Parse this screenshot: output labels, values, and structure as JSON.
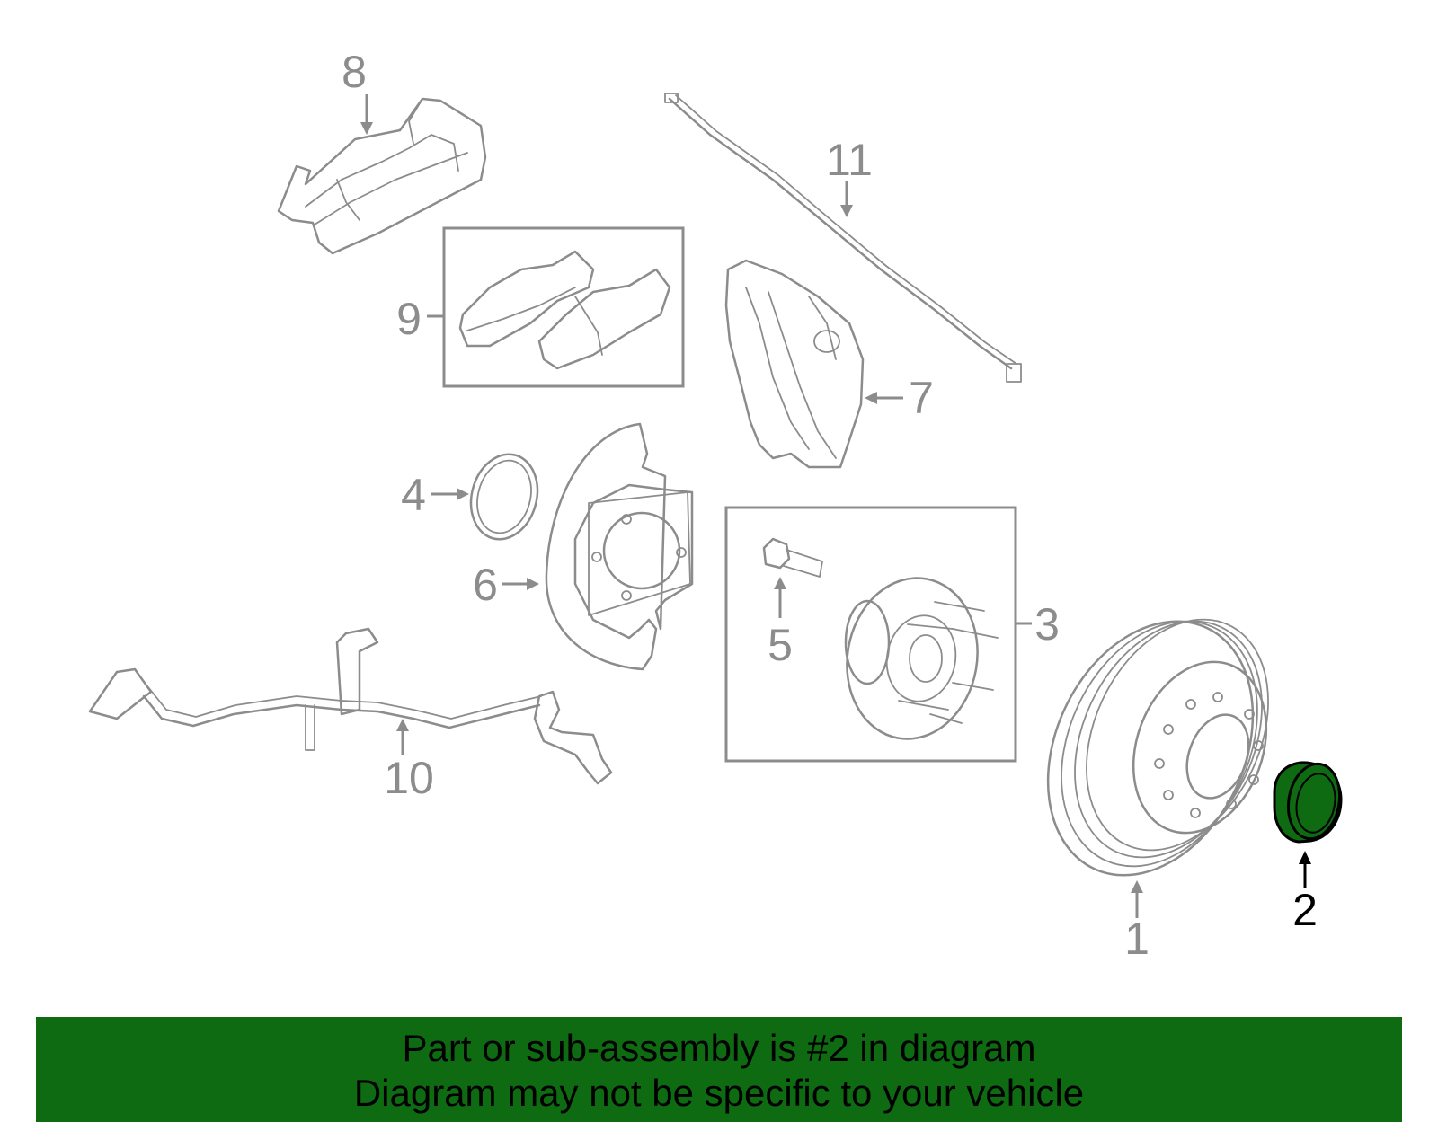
{
  "callouts": {
    "n1": "1",
    "n2": "2",
    "n3": "3",
    "n4": "4",
    "n5": "5",
    "n6": "6",
    "n7": "7",
    "n8": "8",
    "n9": "9",
    "n10": "10",
    "n11": "11"
  },
  "highlighted_part": "2",
  "colors": {
    "line_art": "#8c8c8c",
    "highlight_fill": "#0e6b11",
    "banner_bg": "#0e6b11",
    "text": "#000000"
  },
  "banner": {
    "line1": "Part or sub-assembly is #2 in diagram",
    "line2": "Diagram may not be specific to your vehicle"
  }
}
